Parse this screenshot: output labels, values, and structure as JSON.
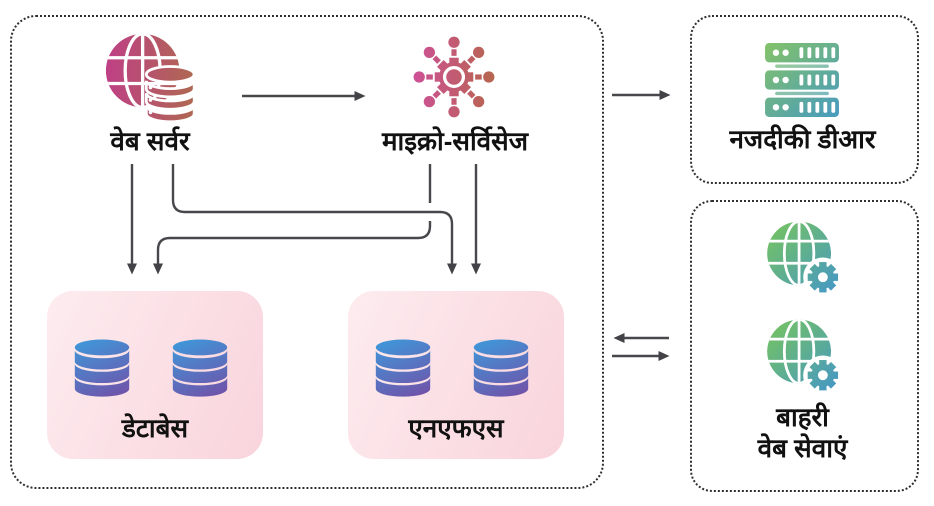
{
  "diagram": {
    "nodes": {
      "web_server": {
        "label": "वेब सर्वर",
        "icon": "globe-database-icon"
      },
      "micro_services": {
        "label": "माइक्रो-सर्विसेज",
        "icon": "microservices-gear-icon"
      },
      "database": {
        "label": "डेटाबेस",
        "icon": "database-cylinder-icon"
      },
      "nfs": {
        "label": "एनएफएस",
        "icon": "database-cylinder-icon"
      },
      "nearby_dr": {
        "label": "नजदीकी डीआर",
        "icon": "server-rack-icon"
      },
      "external_web_services": {
        "label_line1": "बाहरी",
        "label_line2": "वेब सेवाएं",
        "icon": "globe-gear-icon"
      }
    },
    "connections": [
      {
        "from": "web_server",
        "to": "micro_services",
        "style": "straight-right-arrow"
      },
      {
        "from": "web_server",
        "to": "database",
        "style": "straight-down-arrow"
      },
      {
        "from": "web_server",
        "to": "nfs",
        "style": "bend-right-down-arrow"
      },
      {
        "from": "micro_services",
        "to": "database",
        "style": "bend-left-down-arrow-with-hop-gap"
      },
      {
        "from": "micro_services",
        "to": "nfs",
        "style": "straight-down-arrow"
      },
      {
        "from": "main_cluster",
        "to": "nearby_dr",
        "style": "straight-right-arrow"
      },
      {
        "from": "external_web_services",
        "to": "main_cluster",
        "style": "straight-left-arrow"
      },
      {
        "from": "main_cluster",
        "to": "external_web_services",
        "style": "straight-right-arrow"
      }
    ],
    "colors": {
      "arrow": "#48484c",
      "dotted_border": "#2f2f2f",
      "label_text": "#111111",
      "pink_box_gradient": [
        "#fdecef",
        "#f9d4dc"
      ],
      "web_server_icon_gradient": [
        "#bf3f87",
        "#ae6950"
      ],
      "micro_services_icon_gradient": [
        "#cf4f9c",
        "#b56749"
      ],
      "database_icon_gradient": [
        "#3f97d9",
        "#7052a9"
      ],
      "server_rack_icon_gradient": [
        "#86c465",
        "#4599c2"
      ],
      "globe_gear_icon_gradient": [
        "#74c263",
        "#4597c6"
      ]
    }
  }
}
